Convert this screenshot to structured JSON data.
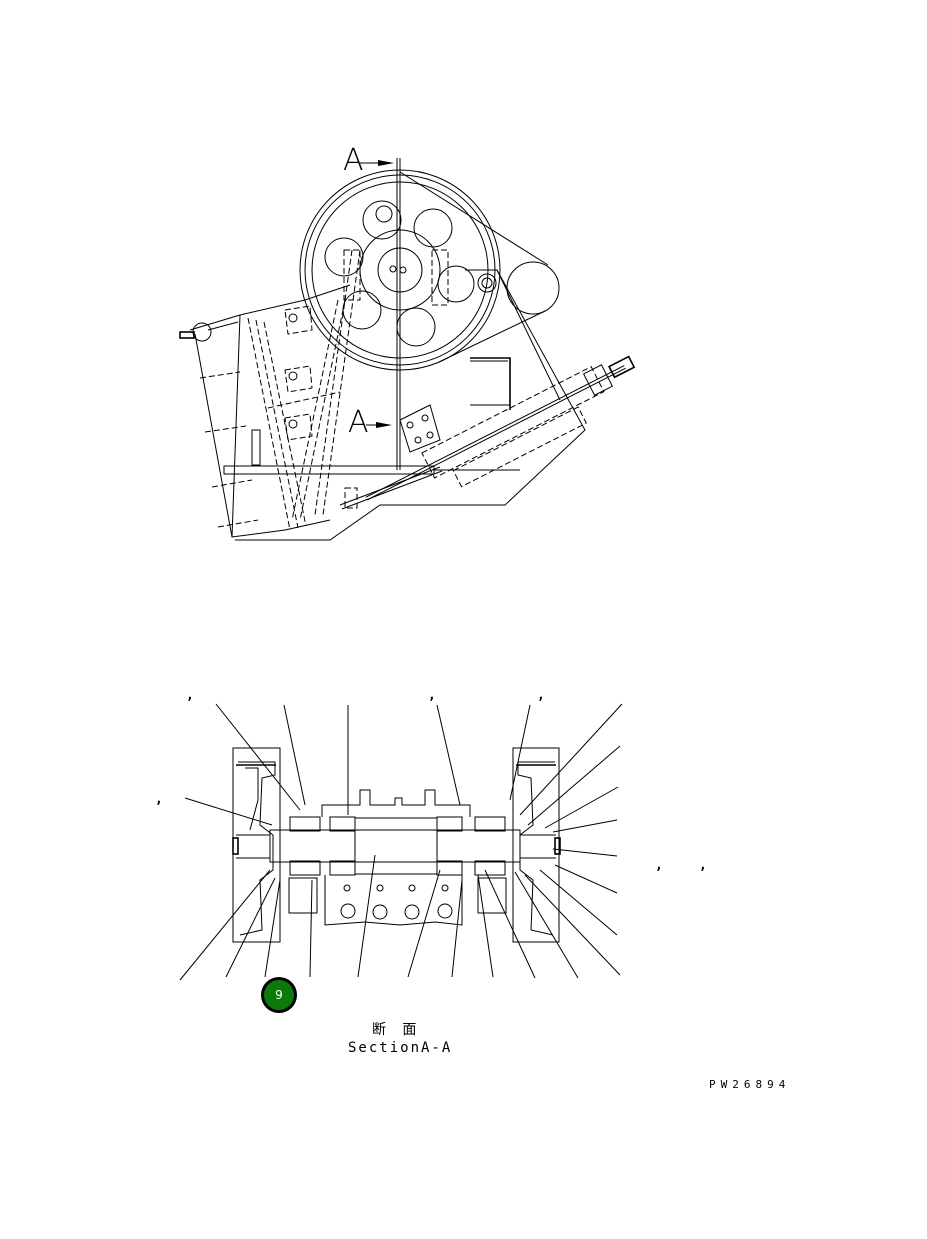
{
  "drawing": {
    "type": "exploded parts diagram",
    "section_marker": {
      "label_top": "A",
      "label_bottom": "A"
    },
    "section_view": {
      "caption_jp": "断 面",
      "caption_en": "SectionA-A"
    },
    "callout_badge": {
      "number": "9",
      "color": "#0b7a0b",
      "border_color": "#000000"
    },
    "leader_commas": [
      ",",
      ",",
      ",",
      ",",
      ",",
      ","
    ],
    "reference_code": "PW26894"
  }
}
